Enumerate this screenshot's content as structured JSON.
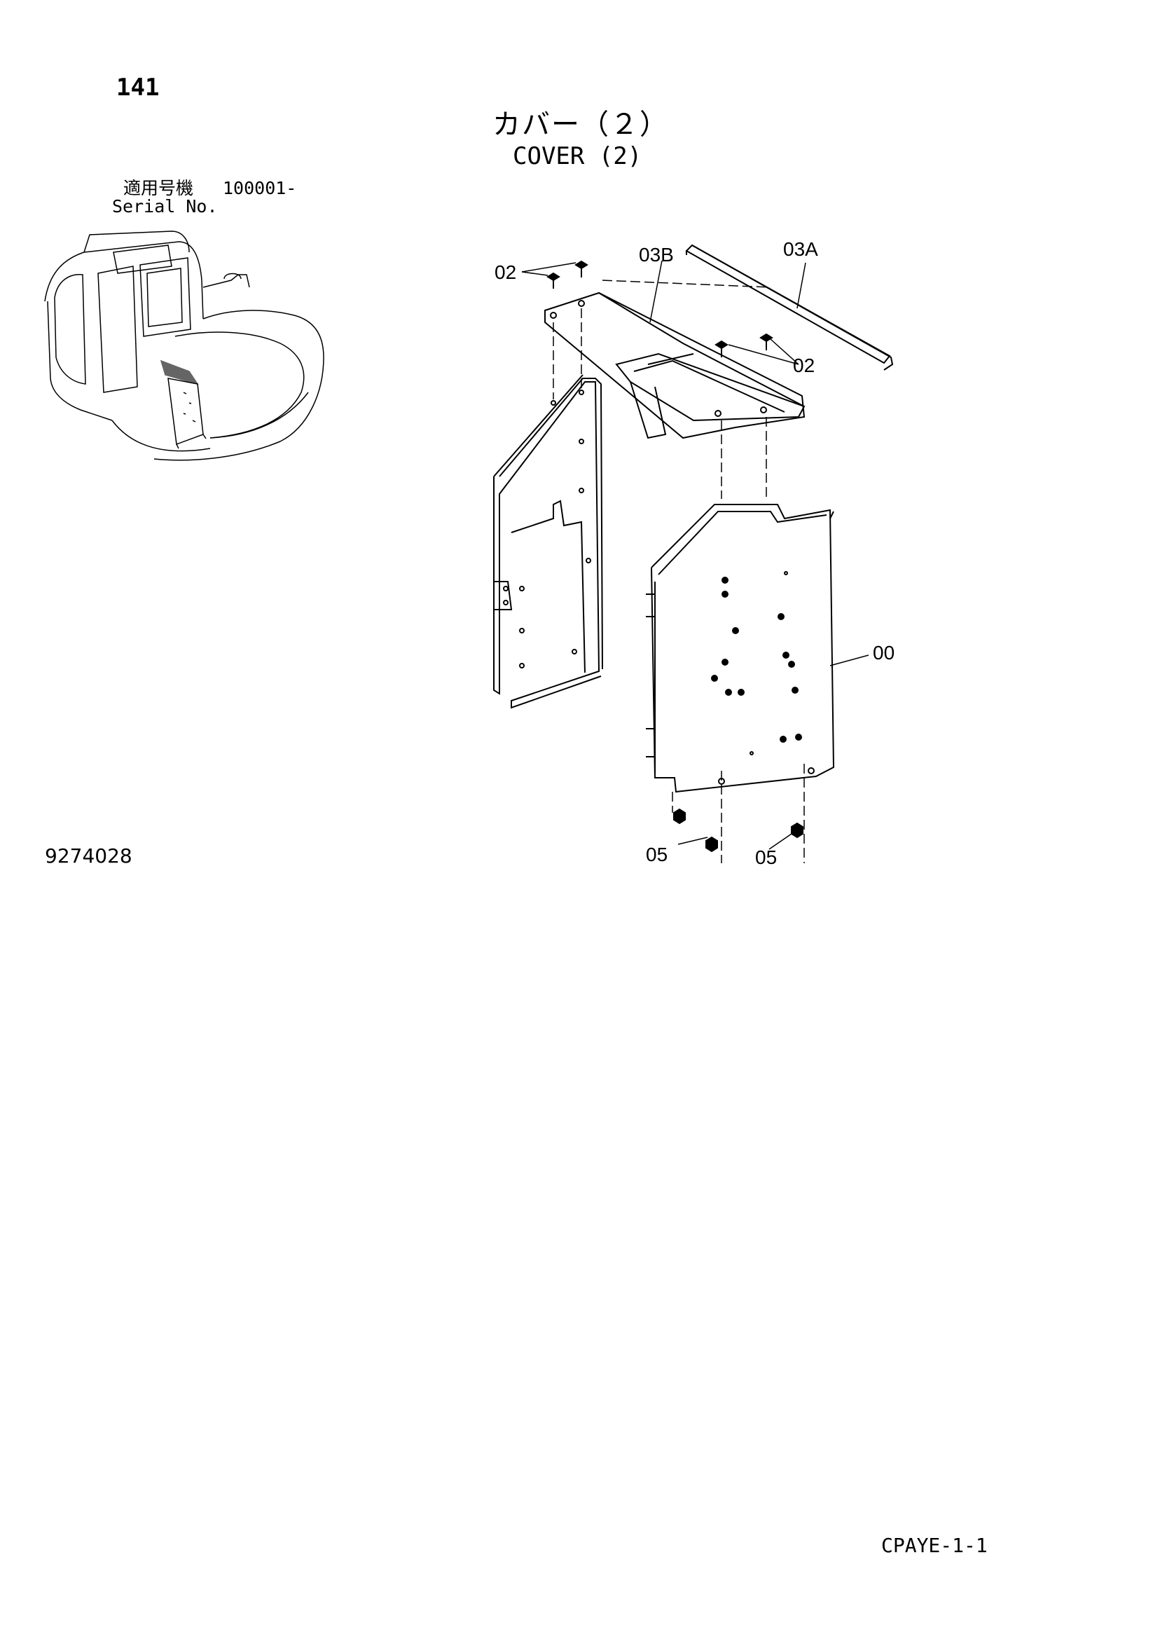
{
  "page_number": "141",
  "title_jp": "カバー（２）",
  "title_en": "COVER (2)",
  "serial": {
    "label_jp": "適用号機",
    "number": "100001-",
    "label_en": "Serial No."
  },
  "callouts": {
    "c02_top": "02",
    "c03B": "03B",
    "c03A": "03A",
    "c02_right": "02",
    "c00": "00",
    "c05_left": "05",
    "c05_right": "05"
  },
  "drawing_number": "9274028",
  "footer_code": "CPAYE-1-1"
}
